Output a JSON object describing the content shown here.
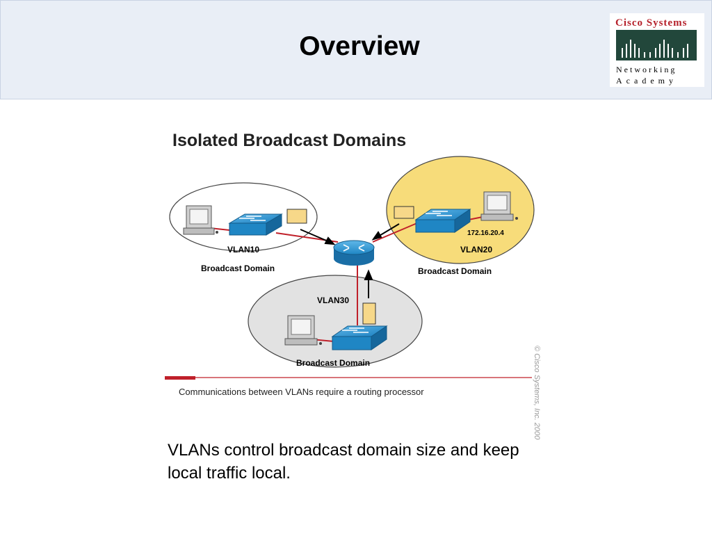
{
  "header": {
    "title": "Overview"
  },
  "logo": {
    "brand": "Cisco Systems",
    "line1": "Networking",
    "line2": "Academy"
  },
  "diagram": {
    "title": "Isolated Broadcast Domains",
    "vlans": [
      {
        "label": "VLAN10",
        "domain": "Broadcast Domain"
      },
      {
        "label": "VLAN20",
        "domain": "Broadcast Domain",
        "ip": "172.16.20.4"
      },
      {
        "label": "VLAN30",
        "domain": "Broadcast Domain"
      }
    ],
    "caption": "Communications between VLANs require a routing processor",
    "copyright": "© Cisco Systems, Inc. 2000"
  },
  "body": {
    "text": "VLANs control broadcast domain size and keep local traffic local."
  },
  "colors": {
    "accent_red": "#c0202a",
    "vlan20_fill": "#f7dc7a",
    "domain_fill": "#e2e2e2",
    "switch_blue": "#1f86c4"
  }
}
